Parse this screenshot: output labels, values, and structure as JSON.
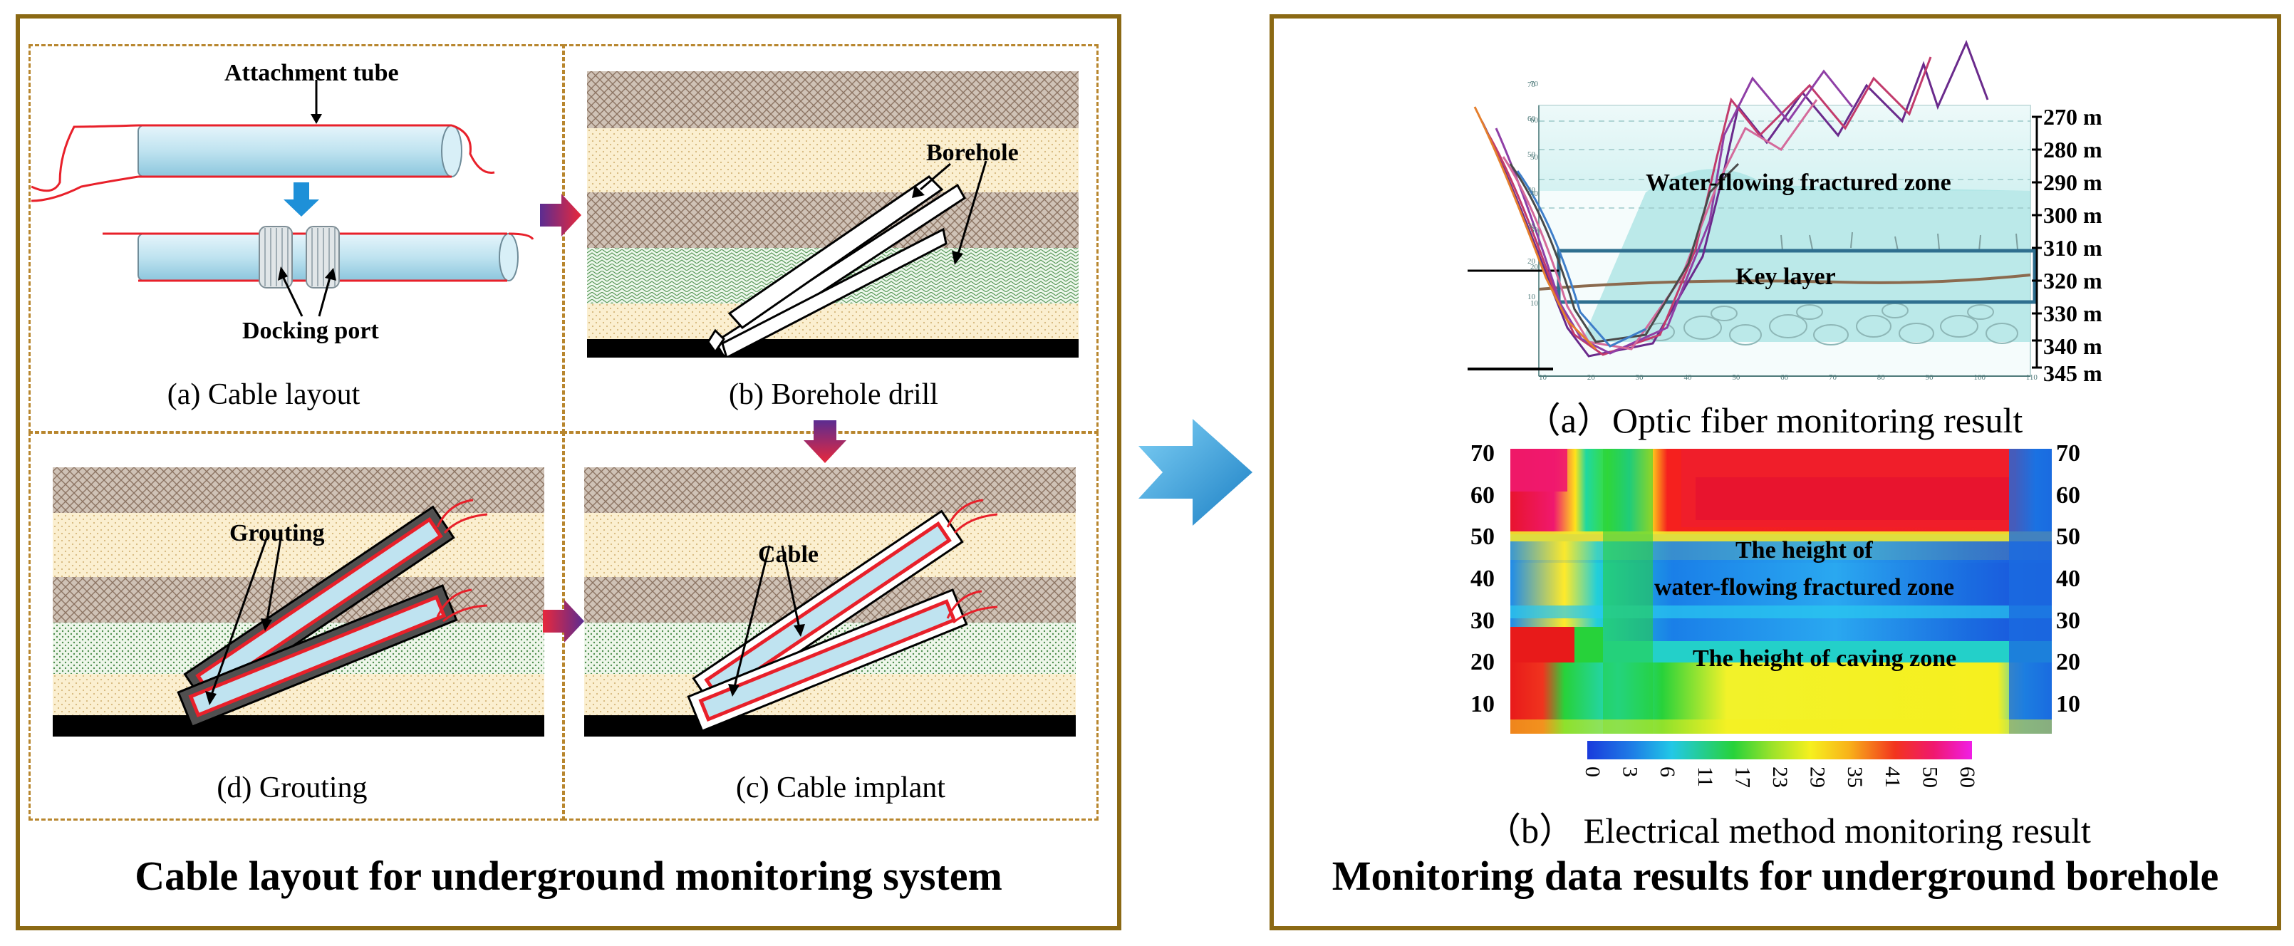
{
  "left_panel": {
    "title": "Cable layout for underground monitoring system",
    "panels": {
      "a": {
        "caption": "(a) Cable layout",
        "labels": {
          "tube": "Attachment tube",
          "port": "Docking port"
        }
      },
      "b": {
        "caption": "(b) Borehole drill",
        "labels": {
          "borehole": "Borehole"
        }
      },
      "c": {
        "caption": "(c) Cable implant",
        "labels": {
          "cable": "Cable"
        }
      },
      "d": {
        "caption": "(d) Grouting",
        "labels": {
          "grouting": "Grouting"
        }
      }
    }
  },
  "right_panel": {
    "title": "Monitoring data results for underground borehole",
    "fiber": {
      "caption": "（a）Optic fiber monitoring result",
      "depths": [
        "270 m",
        "280 m",
        "290 m",
        "300 m",
        "310 m",
        "320 m",
        "330 m",
        "340 m",
        "345 m"
      ],
      "zone_label": "Water-flowing fractured zone",
      "key_layer": "Key layer",
      "y_ticks": [
        "70",
        "60",
        "50",
        "40",
        "30",
        "20",
        "10"
      ],
      "x_ticks": [
        "10",
        "20",
        "30",
        "40",
        "50",
        "60",
        "70",
        "80",
        "90",
        "100",
        "110"
      ]
    },
    "electrical": {
      "caption": "（b） Electrical method monitoring result",
      "y_ticks": [
        "70",
        "60",
        "50",
        "40",
        "30",
        "20",
        "10"
      ],
      "colorbar_ticks": [
        "0",
        "3",
        "6",
        "11",
        "17",
        "23",
        "29",
        "35",
        "41",
        "50",
        "60"
      ],
      "note_1a": "The height of",
      "note_1b": "water-flowing fractured zone",
      "note_2": "The height of caving zone"
    }
  },
  "colors": {
    "frame": "#8B6914",
    "dash": "#B8862E",
    "arrow_blue": "#1E90D8",
    "cable_red": "#E8202A",
    "tube_blue": "#BFE3F0"
  }
}
